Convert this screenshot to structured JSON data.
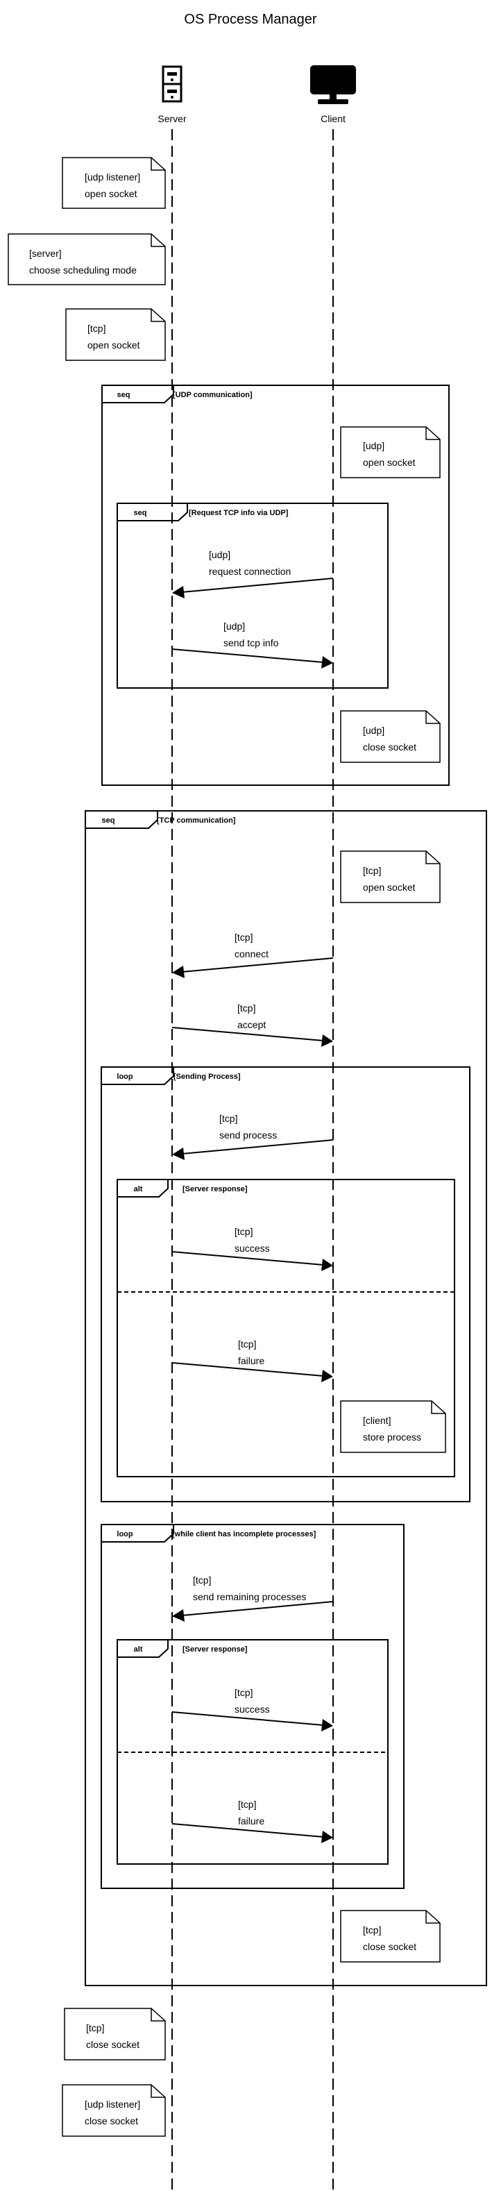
{
  "title": "OS Process Manager",
  "actors": {
    "server": {
      "name": "Server",
      "icon": "server-tower-icon"
    },
    "client": {
      "name": "Client",
      "icon": "desktop-monitor-icon"
    }
  },
  "notes": [
    {
      "id": "n1",
      "line1": "[udp listener]",
      "line2": "open socket"
    },
    {
      "id": "n2",
      "line1": "[server]",
      "line2": "choose scheduling mode"
    },
    {
      "id": "n3",
      "line1": "[tcp]",
      "line2": "open socket"
    },
    {
      "id": "n4",
      "line1": "[udp]",
      "line2": "open socket"
    },
    {
      "id": "n5",
      "line1": "[udp]",
      "line2": "close socket"
    },
    {
      "id": "n6",
      "line1": "[tcp]",
      "line2": "open socket"
    },
    {
      "id": "n7",
      "line1": "[client]",
      "line2": "store process"
    },
    {
      "id": "n8",
      "line1": "[tcp]",
      "line2": "close socket"
    },
    {
      "id": "n9",
      "line1": "[tcp]",
      "line2": "close socket"
    },
    {
      "id": "n10",
      "line1": "[udp listener]",
      "line2": "close socket"
    }
  ],
  "messages": [
    {
      "id": "m1",
      "line1": "[udp]",
      "line2": "request connection"
    },
    {
      "id": "m2",
      "line1": "[udp]",
      "line2": "send tcp info"
    },
    {
      "id": "m3",
      "line1": "[tcp]",
      "line2": "connect"
    },
    {
      "id": "m4",
      "line1": "[tcp]",
      "line2": "accept"
    },
    {
      "id": "m5",
      "line1": "[tcp]",
      "line2": "send process"
    },
    {
      "id": "m6",
      "line1": "[tcp]",
      "line2": "success"
    },
    {
      "id": "m7",
      "line1": "[tcp]",
      "line2": "failure"
    },
    {
      "id": "m8",
      "line1": "[tcp]",
      "line2": "send remaining processes"
    },
    {
      "id": "m9",
      "line1": "[tcp]",
      "line2": "success"
    },
    {
      "id": "m10",
      "line1": "[tcp]",
      "line2": "failure"
    }
  ],
  "frames": [
    {
      "id": "f1",
      "keyword": "seq",
      "label": "[UDP communication]"
    },
    {
      "id": "f2",
      "keyword": "seq",
      "label": "[Request TCP info via UDP]"
    },
    {
      "id": "f3",
      "keyword": "seq",
      "label": "[TCP communication]"
    },
    {
      "id": "f4",
      "keyword": "loop",
      "label": "[Sending Process]"
    },
    {
      "id": "f5",
      "keyword": "alt",
      "label": "[Server response]"
    },
    {
      "id": "f6",
      "keyword": "loop",
      "label": "[while client has incomplete processes]"
    },
    {
      "id": "f7",
      "keyword": "alt",
      "label": "[Server response]"
    }
  ]
}
